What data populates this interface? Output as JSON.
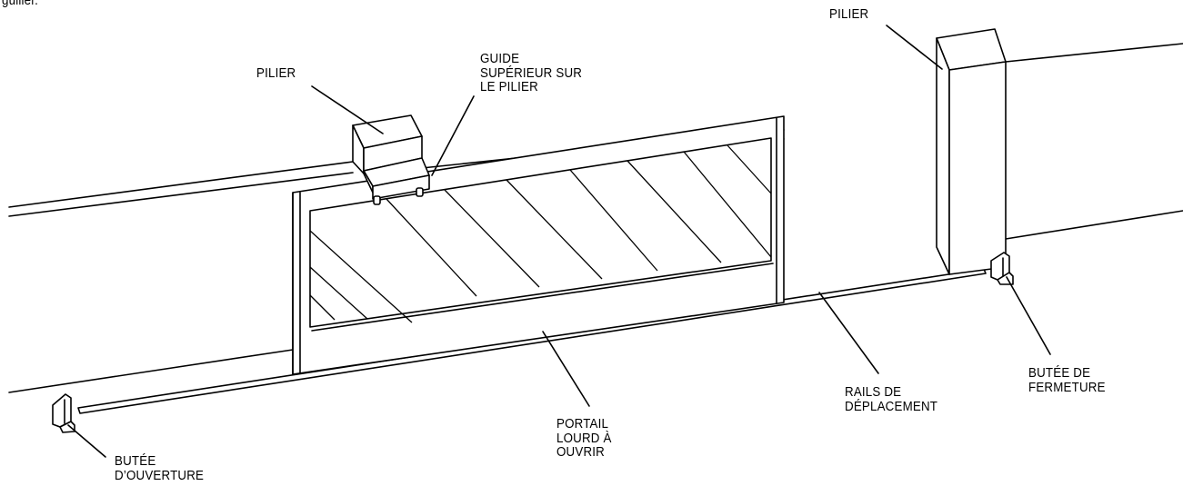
{
  "top_text_fragment": "guilier.",
  "labels": {
    "pilier_left": "PILIER",
    "pilier_right": "PILIER",
    "guide_line1": "GUIDE",
    "guide_line2": "SUPÉRIEUR SUR",
    "guide_line3": "LE PILIER",
    "portail_line1": "PORTAIL",
    "portail_line2": "LOURD À",
    "portail_line3": "OUVRIR",
    "rails_line1": "RAILS DE",
    "rails_line2": "DÉPLACEMENT",
    "butee_fermeture_line1": "BUTÉE DE",
    "butee_fermeture_line2": "FERMETURE",
    "butee_ouverture_line1": "BUTÉE",
    "butee_ouverture_line2": "D’OUVERTURE"
  }
}
